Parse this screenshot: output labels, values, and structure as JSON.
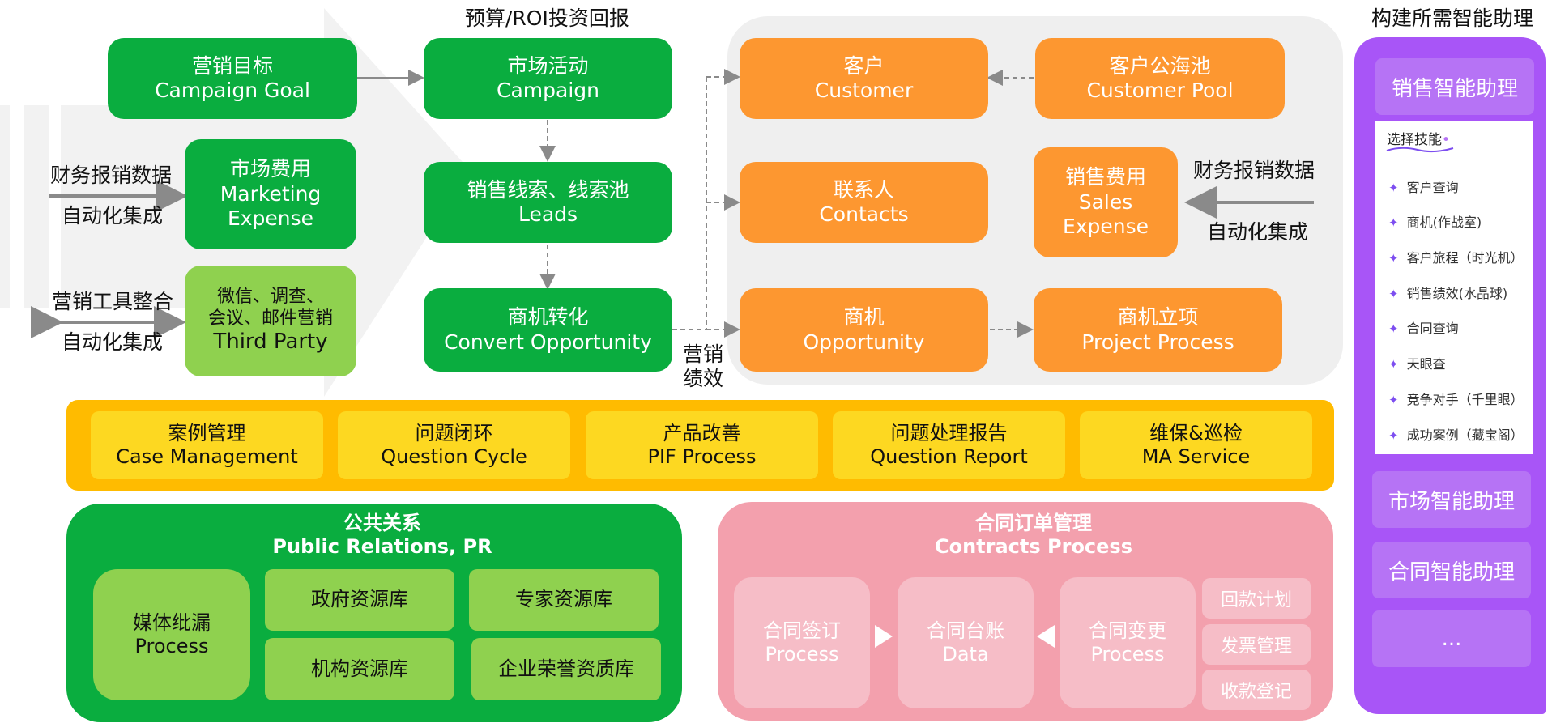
{
  "marketing": {
    "top_label": "预算/ROI投资回报",
    "campaign_goal": [
      "营销目标",
      "Campaign Goal"
    ],
    "campaign": [
      "市场活动",
      "Campaign"
    ],
    "marketing_expense": [
      "市场费用",
      "Marketing",
      "Expense"
    ],
    "leads": [
      "销售线索、线索池",
      "Leads"
    ],
    "third_party": [
      "微信、调查、",
      "会议、邮件营销",
      "Third Party"
    ],
    "convert_opportunity": [
      "商机转化",
      "Convert Opportunity"
    ],
    "finance_data_label": "财务报销数据",
    "auto_integration_label": "自动化集成",
    "tool_integration_label": "营销工具整合",
    "auto_integration_label_2": "自动化集成",
    "performance_label": [
      "营销",
      "绩效"
    ]
  },
  "sales": {
    "customer": [
      "客户",
      "Customer"
    ],
    "customer_pool": [
      "客户公海池",
      "Customer Pool"
    ],
    "contacts": [
      "联系人",
      "Contacts"
    ],
    "sales_expense": [
      "销售费用",
      "Sales",
      "Expense"
    ],
    "opportunity": [
      "商机",
      "Opportunity"
    ],
    "project_process": [
      "商机立项",
      "Project Process"
    ],
    "finance_data_label": "财务报销数据",
    "auto_integration_label": "自动化集成"
  },
  "service": [
    [
      "案例管理",
      "Case Management"
    ],
    [
      "问题闭环",
      "Question Cycle"
    ],
    [
      "产品改善",
      "PIF Process"
    ],
    [
      "问题处理报告",
      "Question Report"
    ],
    [
      "维保&巡检",
      "MA Service"
    ]
  ],
  "pr": {
    "title": [
      "公共关系",
      "Public Relations, PR"
    ],
    "media": [
      "媒体纰漏",
      "Process"
    ],
    "gov": "政府资源库",
    "expert": "专家资源库",
    "org": "机构资源库",
    "honor": "企业荣誉资质库"
  },
  "contracts": {
    "title": [
      "合同订单管理",
      "Contracts Process"
    ],
    "sign": [
      "合同签订",
      "Process"
    ],
    "ledger": [
      "合同台账",
      "Data"
    ],
    "change": [
      "合同变更",
      "Process"
    ],
    "payment_plan": "回款计划",
    "invoice": "发票管理",
    "receipt": "收款登记"
  },
  "assistants": {
    "header": "构建所需智能助理",
    "sales": "销售智能助理",
    "select_skill": "选择技能",
    "skills": [
      "客户查询",
      "商机(作战室)",
      "客户旅程（时光机）",
      "销售绩效(水晶球)",
      "合同查询",
      "天眼查",
      "竞争对手（千里眼）",
      "成功案例（藏宝阁）"
    ],
    "market": "市场智能助理",
    "contract": "合同智能助理",
    "more": "..."
  },
  "colors": {
    "green": "#0aad3f",
    "light_green": "#8fd14f",
    "orange": "#fd9730",
    "yellow": "#fdd821",
    "amber": "#ffbb00",
    "pink": "#f3a0ad",
    "purple": "#a855f7"
  }
}
